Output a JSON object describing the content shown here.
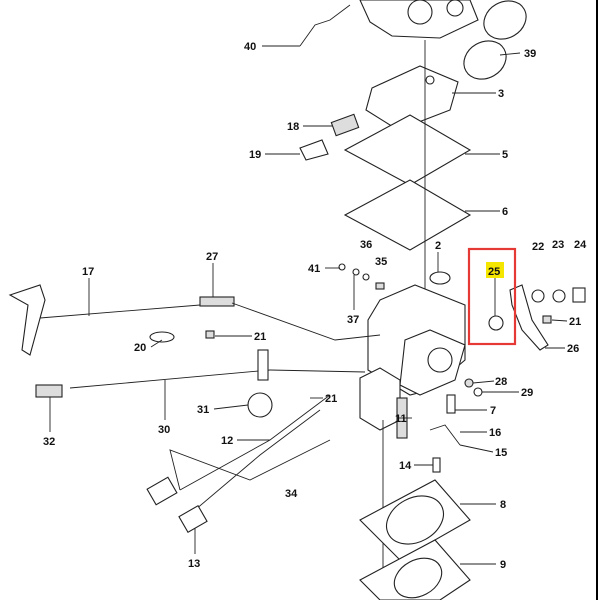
{
  "diagram": {
    "title": "Carburetor exploded parts diagram",
    "highlight_color": "#f5e600",
    "box_color": "#e53935",
    "highlighted_part": "25",
    "labels": {
      "p40": "40",
      "p39": "39",
      "p3": "3",
      "p18": "18",
      "p19": "19",
      "p5": "5",
      "p6": "6",
      "p2": "2",
      "p36": "36",
      "p41": "41",
      "p35": "35",
      "p37": "37",
      "p27": "27",
      "p17": "17",
      "p21a": "21",
      "p20": "20",
      "p22": "22",
      "p23": "23",
      "p24": "24",
      "p25": "25",
      "p21b": "21",
      "p26": "26",
      "p28": "28",
      "p29": "29",
      "p7": "7",
      "p11": "11",
      "p16": "16",
      "p15": "15",
      "p14": "14",
      "p8": "8",
      "p9": "9",
      "p31": "31",
      "p21c": "21",
      "p30": "30",
      "p32": "32",
      "p12": "12",
      "p34": "34",
      "p13": "13"
    }
  }
}
